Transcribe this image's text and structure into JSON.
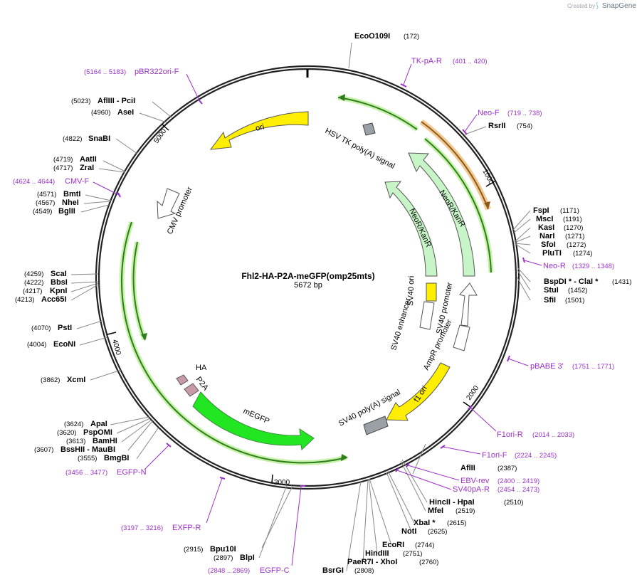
{
  "credit": {
    "prefix": "Created by",
    "brand": "SnapGene"
  },
  "plasmid": {
    "name": "Fhl2-HA-P2A-meGFP(omp25mts)",
    "size": "5672 bp"
  },
  "ticks": [
    "1000",
    "2000",
    "3000",
    "4000",
    "5000"
  ],
  "features": {
    "ori": "ori",
    "hsv": "HSV TK poly(A) signal",
    "neokan1": "NeoR/KanR",
    "neokan2": "NeoR/KanR",
    "cmv": "CMV promoter",
    "sv40ori": "SV40 ori",
    "sv40enh": "SV40 enhancer",
    "sv40prom": "SV40 promoter",
    "ampr": "AmpR promoter",
    "f1": "f1 ori",
    "sv40pa": "SV40 poly(A) signal",
    "megfp": "mEGFP",
    "ha": "HA",
    "p2a": "P2A"
  },
  "sites_top": [
    {
      "name": "EcoO109I",
      "pos": "(172)"
    },
    {
      "name": "RsrII",
      "pos": "(754)"
    }
  ],
  "sites_right": [
    {
      "name": "FspI",
      "pos": "(1171)"
    },
    {
      "name": "MscI",
      "pos": "(1191)"
    },
    {
      "name": "KasI",
      "pos": "(1270)"
    },
    {
      "name": "NarI",
      "pos": "(1271)"
    },
    {
      "name": "SfoI",
      "pos": "(1272)"
    },
    {
      "name": "PluTI",
      "pos": "(1274)"
    },
    {
      "name": "BspDI * - ClaI *",
      "pos": "(1431)"
    },
    {
      "name": "StuI",
      "pos": "(1452)"
    },
    {
      "name": "SfiI",
      "pos": "(1501)"
    },
    {
      "name": "AflII",
      "pos": "(2387)"
    },
    {
      "name": "HincII  - HpaI",
      "pos": "(2510)"
    },
    {
      "name": "MfeI",
      "pos": "(2519)"
    },
    {
      "name": "XbaI *",
      "pos": "(2615)"
    },
    {
      "name": "NotI",
      "pos": "(2625)"
    },
    {
      "name": "EcoRI",
      "pos": "(2744)"
    },
    {
      "name": "HindIII",
      "pos": "(2751)"
    },
    {
      "name": "PaeR7I  - XhoI",
      "pos": "(2760)"
    },
    {
      "name": "BsrGI",
      "pos": "(2808)"
    }
  ],
  "sites_left": [
    {
      "name": "AflIII  - PciI",
      "pos": "(5023)"
    },
    {
      "name": "AseI",
      "pos": "(4960)"
    },
    {
      "name": "SnaBI",
      "pos": "(4822)"
    },
    {
      "name": "AatII",
      "pos": "(4719)"
    },
    {
      "name": "ZraI",
      "pos": "(4717)"
    },
    {
      "name": "BmtI",
      "pos": "(4571)"
    },
    {
      "name": "NheI",
      "pos": "(4567)"
    },
    {
      "name": "BglII",
      "pos": "(4549)"
    },
    {
      "name": "ScaI",
      "pos": "(4259)"
    },
    {
      "name": "BbsI",
      "pos": "(4222)"
    },
    {
      "name": "KpnI",
      "pos": "(4217)"
    },
    {
      "name": "Acc65I",
      "pos": "(4213)"
    },
    {
      "name": "PstI",
      "pos": "(4070)"
    },
    {
      "name": "EcoNI",
      "pos": "(4004)"
    },
    {
      "name": "XcmI",
      "pos": "(3862)"
    },
    {
      "name": "ApaI",
      "pos": "(3624)"
    },
    {
      "name": "PspOMI",
      "pos": "(3620)"
    },
    {
      "name": "BamHI",
      "pos": "(3613)"
    },
    {
      "name": "BssHII  - MauBI",
      "pos": "(3607)"
    },
    {
      "name": "BmgBI",
      "pos": "(3555)"
    },
    {
      "name": "Bpu10I",
      "pos": "(2915)"
    },
    {
      "name": "BlpI",
      "pos": "(2897)"
    }
  ],
  "primers": [
    {
      "name": "TK-pA-R",
      "pos": "(401 .. 420)"
    },
    {
      "name": "Neo-F",
      "pos": "(719 .. 738)"
    },
    {
      "name": "Neo-R",
      "pos": "(1329 .. 1348)"
    },
    {
      "name": "pBABE 3'",
      "pos": "(1751 .. 1771)"
    },
    {
      "name": "F1ori-R",
      "pos": "(2014 .. 2033)"
    },
    {
      "name": "F1ori-F",
      "pos": "(2224 .. 2245)"
    },
    {
      "name": "EBV-rev",
      "pos": "(2400 .. 2419)"
    },
    {
      "name": "SV40pA-R",
      "pos": "(2454 .. 2473)"
    },
    {
      "name": "pBR322ori-F",
      "pos": "(5164 .. 5183)"
    },
    {
      "name": "CMV-F",
      "pos": "(4624 .. 4644)"
    },
    {
      "name": "EGFP-N",
      "pos": "(3456 .. 3477)"
    },
    {
      "name": "EXFP-R",
      "pos": "(3197 .. 3216)"
    },
    {
      "name": "EGFP-C",
      "pos": "(2848 .. 2869)"
    }
  ],
  "colors": {
    "yellow": "#ffee00",
    "lightgreen": "#c8f5c8",
    "brightgreen": "#22e622",
    "gray": "#9aa0a6",
    "pink": "#c79aa6",
    "primer": "#9b30c8",
    "orf_green": "#2f7d1f",
    "orf_orange": "#e08a1a"
  }
}
